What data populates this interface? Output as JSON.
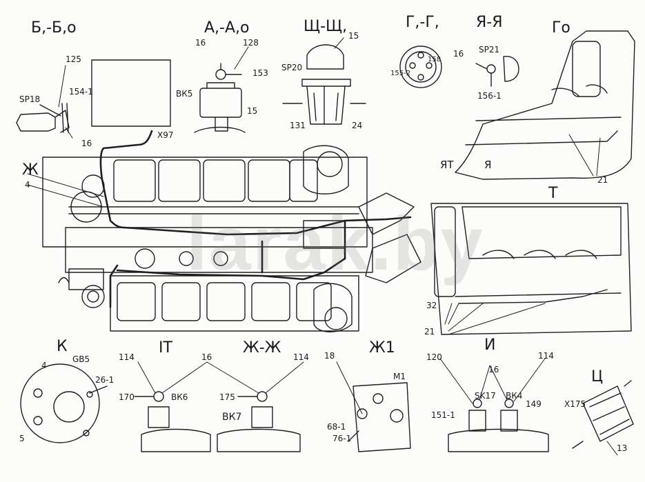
{
  "sections": {
    "b_b0": "Б,-Б,о",
    "a_a0": "А,-А,о",
    "shch_shch": "Щ-Щ,",
    "g_g": "Г,-Г,",
    "ya_ya": "Я-Я",
    "g0": "Го",
    "zh": "Ж",
    "t": "Т",
    "k": "К",
    "it": "IТ",
    "zh_zh": "Ж-Ж",
    "zh1": "Ж1",
    "i": "И",
    "ts": "Ц",
    "yat": "ЯТ",
    "ya": "Я"
  },
  "labels": {
    "n125": "125",
    "sp18": "SP18",
    "n154_1": "154-1",
    "n16a": "16",
    "x97": "Х97",
    "n4": "4",
    "n16b": "16",
    "n128": "128",
    "n153": "153",
    "vk5": "ВК5",
    "n15a": "15",
    "sp20": "SP20",
    "n15b": "15",
    "n131": "131",
    "n24": "24",
    "n155_2": "155-2",
    "n158": "158",
    "sp21": "SP21",
    "n16c": "16",
    "n156_1": "156-1",
    "n21a": "21",
    "n32": "32",
    "n21b": "21",
    "gb5": "GB5",
    "n26_1": "26-1",
    "n4b": "4",
    "n5": "5",
    "n114a": "114",
    "n16d": "16",
    "n170": "170",
    "vk6": "ВК6",
    "n175": "175",
    "vk7": "ВК7",
    "n114b": "114",
    "n18": "18",
    "m1": "M1",
    "n68_1": "68-1",
    "n76_1": "76-1",
    "n120": "120",
    "n16e": "16",
    "n114c": "114",
    "n151_1": "151-1",
    "sk17": "SK17",
    "bk4": "ВК4",
    "n149": "149",
    "x175": "Х175",
    "n13": "13"
  },
  "watermark": "larak.by",
  "colors": {
    "line": "#1e1e1e",
    "paper": "#fcfcfa",
    "watermark": "#9a9a9a"
  }
}
